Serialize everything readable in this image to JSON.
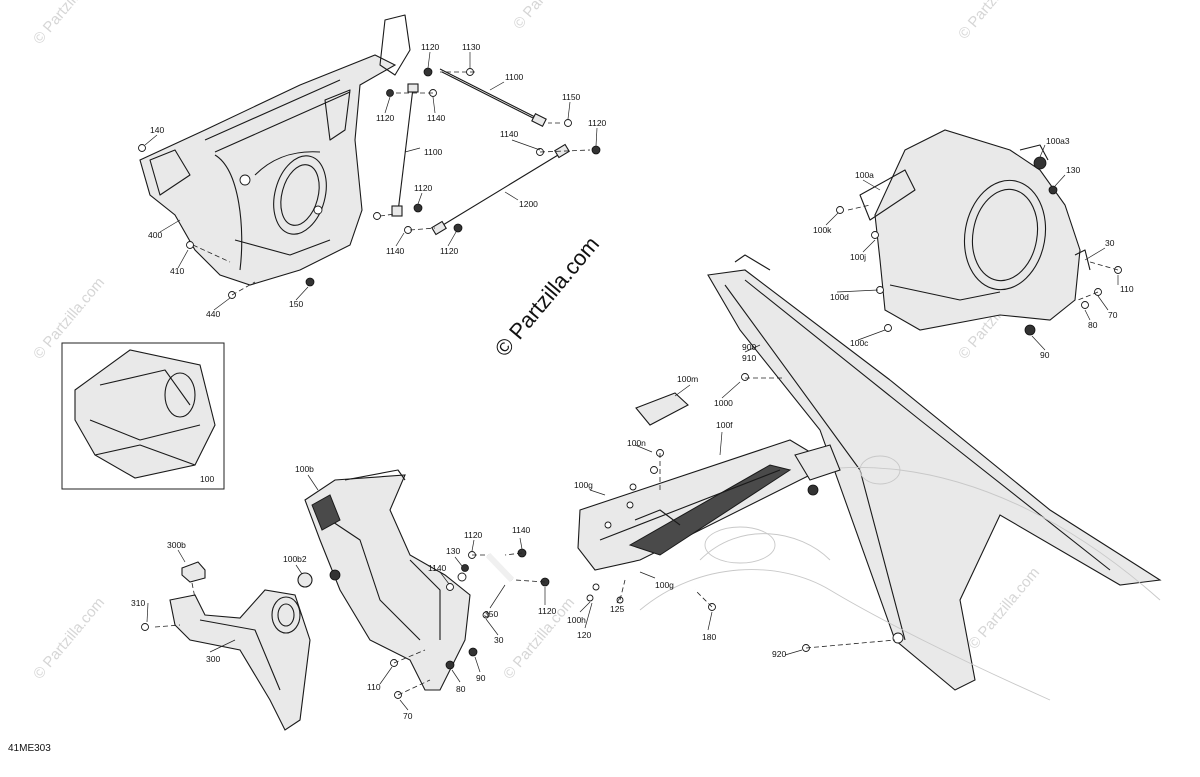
{
  "figure_code": "41ME303",
  "watermark": {
    "center_text": "© Partzilla.com",
    "repeat_text": "© Partzilla.com"
  },
  "callouts": [
    {
      "id": "c1120a",
      "label": "1120"
    },
    {
      "id": "c1130",
      "label": "1130"
    },
    {
      "id": "c1100a",
      "label": "1100"
    },
    {
      "id": "c1120b",
      "label": "1120"
    },
    {
      "id": "c1140a",
      "label": "1140"
    },
    {
      "id": "c1150",
      "label": "1150"
    },
    {
      "id": "c1120c",
      "label": "1120"
    },
    {
      "id": "c1140b",
      "label": "1140"
    },
    {
      "id": "c1100b",
      "label": "1100"
    },
    {
      "id": "c1120d",
      "label": "1120"
    },
    {
      "id": "c1200",
      "label": "1200"
    },
    {
      "id": "c1140c",
      "label": "1140"
    },
    {
      "id": "c1120e",
      "label": "1120"
    },
    {
      "id": "c140",
      "label": "140"
    },
    {
      "id": "c400",
      "label": "400"
    },
    {
      "id": "c410",
      "label": "410"
    },
    {
      "id": "c440",
      "label": "440"
    },
    {
      "id": "c150",
      "label": "150"
    },
    {
      "id": "c100a3",
      "label": "100a3"
    },
    {
      "id": "c100a",
      "label": "100a"
    },
    {
      "id": "c130a",
      "label": "130"
    },
    {
      "id": "c100k",
      "label": "100k"
    },
    {
      "id": "c100j",
      "label": "100j"
    },
    {
      "id": "c30a",
      "label": "30"
    },
    {
      "id": "c100d",
      "label": "100d"
    },
    {
      "id": "c110a",
      "label": "110"
    },
    {
      "id": "c70a",
      "label": "70"
    },
    {
      "id": "c80a",
      "label": "80"
    },
    {
      "id": "c100c",
      "label": "100c"
    },
    {
      "id": "c90a",
      "label": "90"
    },
    {
      "id": "c900",
      "label": "900"
    },
    {
      "id": "c910",
      "label": "910"
    },
    {
      "id": "c100m",
      "label": "100m"
    },
    {
      "id": "c1000",
      "label": "1000"
    },
    {
      "id": "c100n",
      "label": "100n"
    },
    {
      "id": "c100f",
      "label": "100f"
    },
    {
      "id": "c100",
      "label": "100"
    },
    {
      "id": "c100b",
      "label": "100b"
    },
    {
      "id": "c100g1",
      "label": "100g"
    },
    {
      "id": "c1120f",
      "label": "1120"
    },
    {
      "id": "c1140d",
      "label": "1140"
    },
    {
      "id": "c300b",
      "label": "300b"
    },
    {
      "id": "c100b2",
      "label": "100b2"
    },
    {
      "id": "c130b",
      "label": "130"
    },
    {
      "id": "c1140e",
      "label": "1140"
    },
    {
      "id": "c100g2",
      "label": "100g"
    },
    {
      "id": "c310",
      "label": "310"
    },
    {
      "id": "c350",
      "label": "350"
    },
    {
      "id": "c1120g",
      "label": "1120"
    },
    {
      "id": "c125",
      "label": "125"
    },
    {
      "id": "c100h",
      "label": "100h"
    },
    {
      "id": "c180",
      "label": "180"
    },
    {
      "id": "c30b",
      "label": "30"
    },
    {
      "id": "c120",
      "label": "120"
    },
    {
      "id": "c300",
      "label": "300"
    },
    {
      "id": "c920",
      "label": "920"
    },
    {
      "id": "c110b",
      "label": "110"
    },
    {
      "id": "c80b",
      "label": "80"
    },
    {
      "id": "c90b",
      "label": "90"
    },
    {
      "id": "c70b",
      "label": "70"
    }
  ]
}
